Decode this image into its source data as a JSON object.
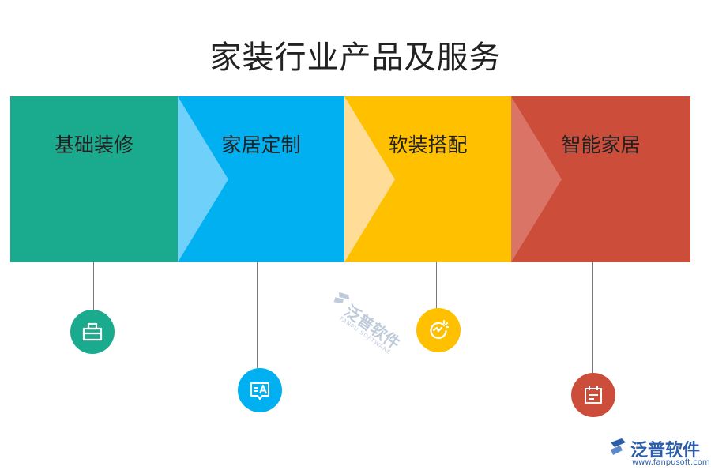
{
  "title": "家装行业产品及服务",
  "colors": {
    "green": "#1aab8e",
    "blue": "#00b0f0",
    "yellow": "#ffc000",
    "red": "#cd4d3b"
  },
  "panels": [
    {
      "label": "基础装修",
      "color": "#1aab8e",
      "chevron": "",
      "icon": "toolbox-icon"
    },
    {
      "label": "家居定制",
      "color": "#00b0f0",
      "chevron": "#6fd1fa",
      "icon": "translate-chat-icon"
    },
    {
      "label": "软装搭配",
      "color": "#ffc000",
      "chevron": "#ffdd99",
      "icon": "refresh-sparkle-icon"
    },
    {
      "label": "智能家居",
      "color": "#cd4d3b",
      "chevron": "#da7466",
      "icon": "calendar-icon"
    }
  ],
  "watermark": {
    "name": "泛普软件",
    "sub": "FANPU SOFTWARE"
  },
  "logo": {
    "name": "泛普软件",
    "url": "www.fanpusoft.com"
  }
}
